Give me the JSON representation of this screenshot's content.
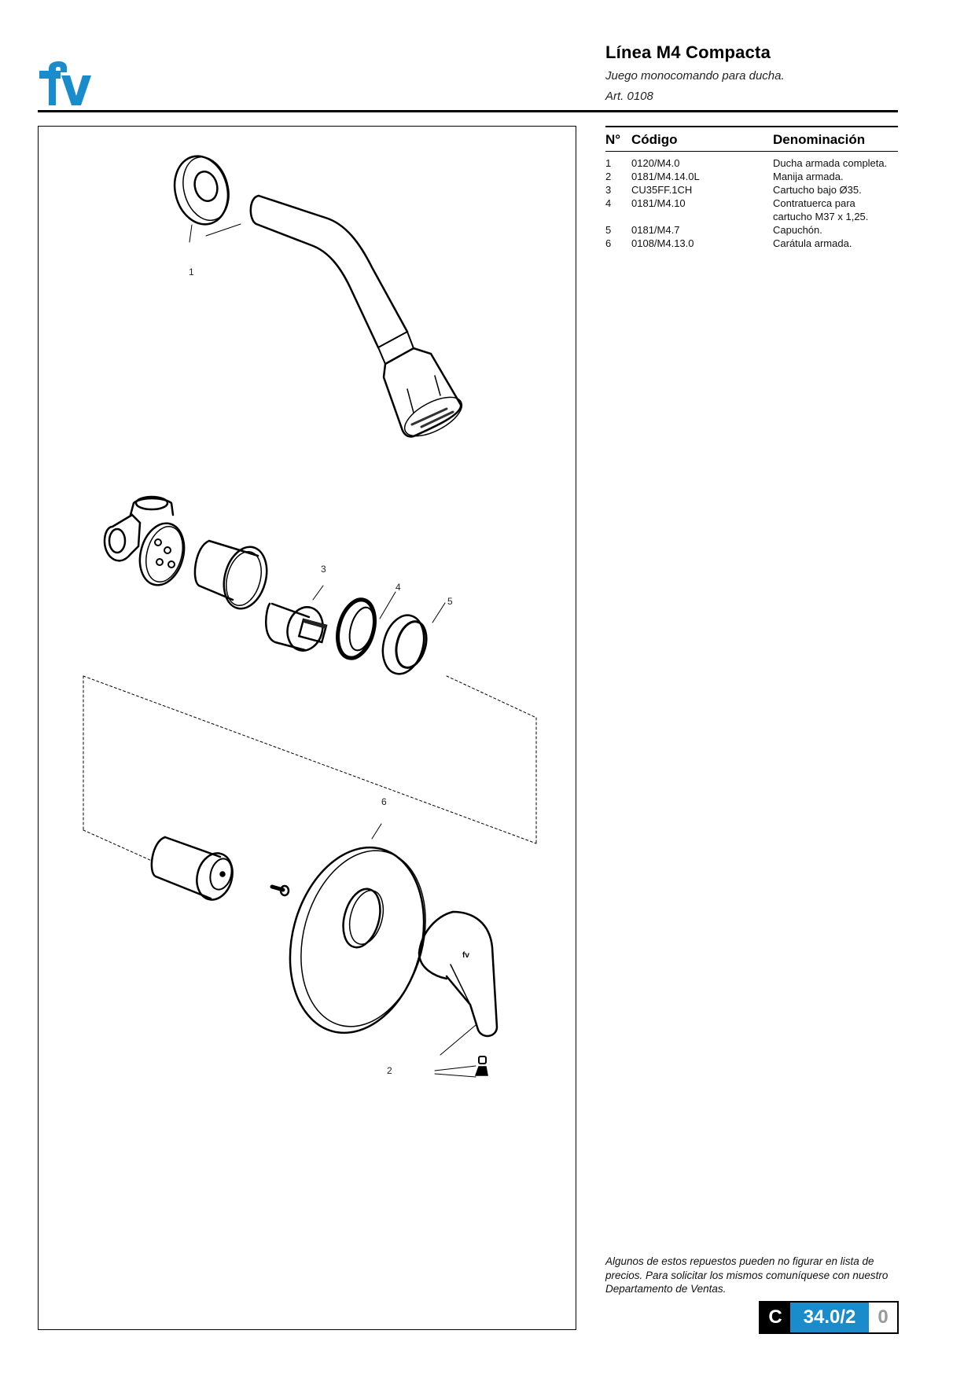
{
  "header": {
    "brand_logo": "fv",
    "brand_color": "#1a8ccc",
    "title": "Línea M4 Compacta",
    "subtitle": "Juego monocomando para ducha.",
    "article": "Art. 0108"
  },
  "parts_table": {
    "columns": [
      "N°",
      "Código",
      "Denominación"
    ],
    "rows": [
      {
        "n": "1",
        "code": "0120/M4.0",
        "name": "Ducha armada completa."
      },
      {
        "n": "2",
        "code": "0181/M4.14.0L",
        "name": "Manija armada."
      },
      {
        "n": "3",
        "code": "CU35FF.1CH",
        "name": "Cartucho bajo Ø35."
      },
      {
        "n": "4",
        "code": "0181/M4.10",
        "name": "Contratuerca para cartucho M37 x 1,25."
      },
      {
        "n": "5",
        "code": "0181/M4.7",
        "name": "Capuchón."
      },
      {
        "n": "6",
        "code": "0108/M4.13.0",
        "name": "Carátula armada."
      }
    ]
  },
  "drawing": {
    "callouts": [
      "1",
      "3",
      "4",
      "5",
      "6",
      "2"
    ]
  },
  "footnote": "Algunos de estos repuestos pueden no figurar en lista de precios. Para solicitar los mismos comuníquese con nuestro Departamento de Ventas.",
  "page_badge": {
    "section": "C",
    "number": "34.0/2",
    "revision": "0",
    "colors": {
      "section_bg": "#000000",
      "number_bg": "#1a8ccc",
      "revision_fg": "#9a9a9a"
    }
  }
}
